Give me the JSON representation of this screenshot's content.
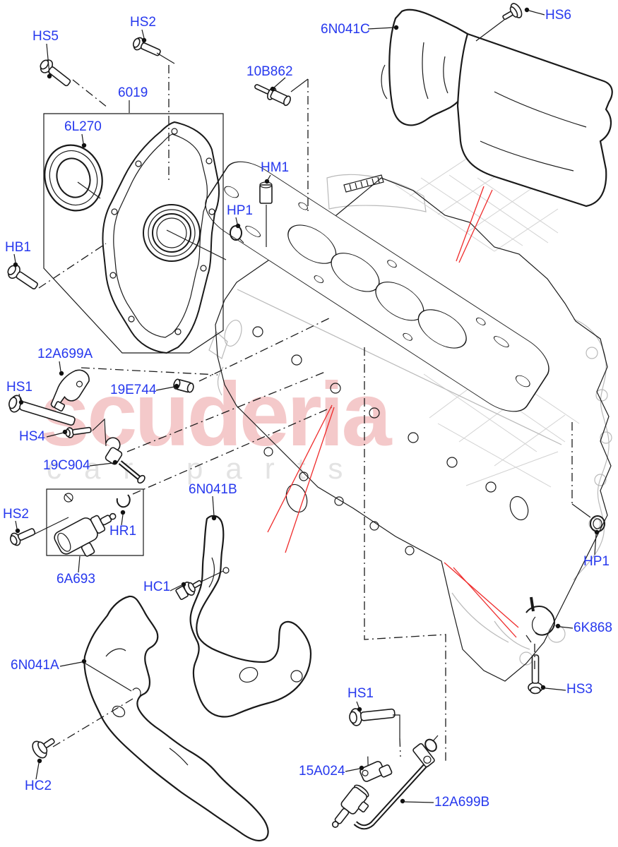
{
  "watermark": {
    "brand": "scuderia",
    "tagline": "car parts",
    "brand_color": "#f4c9ca",
    "tagline_color": "#e3e3e3"
  },
  "colors": {
    "label_blue": "#2638ee",
    "line_black": "#1a1a1a",
    "secondary_gray": "#b9b9b9",
    "pointer_red": "#ef2b2b"
  },
  "labels": {
    "hs5": "HS5",
    "hs2_upper": "HS2",
    "p10b862": "10B862",
    "p6019": "6019",
    "p6l270": "6L270",
    "hm1": "HM1",
    "hp1_upper": "HP1",
    "p6n041c": "6N041C",
    "hs6": "HS6",
    "hb1": "HB1",
    "p12a699a": "12A699A",
    "hs1_left": "HS1",
    "p19e744": "19E744",
    "hs4": "HS4",
    "p19c904": "19C904",
    "hs2_lower": "HS2",
    "hr1": "HR1",
    "p6a693": "6A693",
    "p6n041b": "6N041B",
    "hc1": "HC1",
    "p6n041a": "6N041A",
    "hc2": "HC2",
    "hp1_right": "HP1",
    "p6k868": "6K868",
    "hs3": "HS3",
    "hs1_bottom": "HS1",
    "p15a024": "15A024",
    "p12a699b": "12A699B"
  }
}
